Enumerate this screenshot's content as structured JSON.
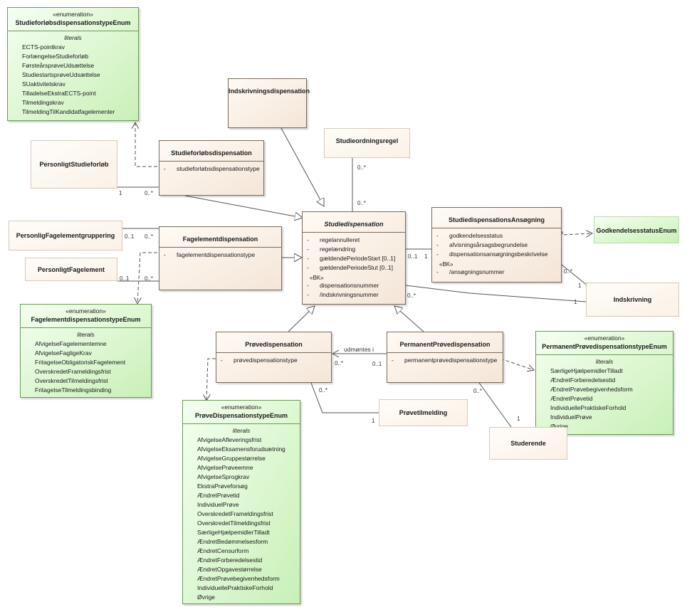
{
  "classes": {
    "studieforlob_enum": {
      "stereotype": "«enumeration»",
      "name": "StudieforløbsdispensationstypeEnum",
      "literals_label": "literals",
      "items": [
        "ECTS-pointkrav",
        "ForlængelseStudieforløb",
        "FørsteårsprøveUdsættelse",
        "StudiestartsprøveUdsættelse",
        "SUaktivitetskrav",
        "TilladelseEkstraECTS-point",
        "Tilmeldingskrav",
        "TilmeldingTilKandidatfagelementer"
      ]
    },
    "indskrivningsdispensation": {
      "name": "Indskrivningsdispensation"
    },
    "studieordningsregel": {
      "name": "Studieordningsregel"
    },
    "personligt_studieforlob": {
      "name": "PersonligtStudieforløb"
    },
    "studieforlobsdispensation": {
      "name": "Studieforløbsdispensation",
      "attrs": [
        {
          "vis": "-",
          "name": "studieforløbsdispensationstype"
        }
      ]
    },
    "personlig_fagelementgruppering": {
      "name": "PersonligFagelementgruppering"
    },
    "personligt_fagelement": {
      "name": "PersonligtFagelement"
    },
    "fagelementdispensation": {
      "name": "Fagelementdispensation",
      "attrs": [
        {
          "vis": "-",
          "name": "fagelementdispensationstype"
        }
      ]
    },
    "studiedispensation": {
      "name": "Studiedispensation",
      "attrs": [
        {
          "vis": "-",
          "name": "regelannulleret"
        },
        {
          "vis": "-",
          "name": "regelændring"
        },
        {
          "vis": "-",
          "name": "gældendePeriodeStart [0..1]"
        },
        {
          "vis": "-",
          "name": "gældendePeriodeSlut [0..1]"
        }
      ],
      "bk_label": "«BK»",
      "bk_attrs": [
        {
          "vis": "-",
          "name": "dispensationsnummer"
        },
        {
          "vis": "-",
          "name": "/indskrivningsnummer"
        }
      ]
    },
    "ansogning": {
      "name": "StudiedispensationsAnsøgning",
      "attrs": [
        {
          "vis": "-",
          "name": "godkendelsesstatus"
        },
        {
          "vis": "-",
          "name": "afvisningsårsagsbegrundelse"
        },
        {
          "vis": "-",
          "name": "dispensationsansøgningsbeskrivelse"
        }
      ],
      "bk_label": "«BK»",
      "bk_attrs": [
        {
          "vis": "-",
          "name": "/ansøgningsnummer"
        }
      ]
    },
    "godkendelsesstatus_enum": {
      "name": "GodkendelsesstatusEnum"
    },
    "indskrivning": {
      "name": "Indskrivning"
    },
    "fagelement_enum": {
      "stereotype": "«enumeration»",
      "name": "FagelementdispensationstypeEnum",
      "literals_label": "literals",
      "items": [
        "AfvigelseFagelementemne",
        "AfvigelseFagligeKrav",
        "FritagelseObligatoriskFagelement",
        "OverskredetFrameldingsfrist",
        "OverskredetTilmeldingsfrist",
        "FritagelseTilmeldingsbinding"
      ]
    },
    "provedispensation": {
      "name": "Prøvedispensation",
      "attrs": [
        {
          "vis": "-",
          "name": "prøvedispensationstype"
        }
      ]
    },
    "permanent_provedispensation": {
      "name": "PermanentPrøvedispensation",
      "attrs": [
        {
          "vis": "-",
          "name": "permanentprøvedispensationstype"
        }
      ]
    },
    "permanent_enum": {
      "stereotype": "«enumeration»",
      "name": "PermanentPrøvedispensationstypeEnum",
      "literals_label": "literals",
      "items": [
        "SærligeHjælpemidlerTilladt",
        "ÆndretForberedelsestid",
        "ÆndretPrøvebegivenhedsform",
        "ÆndretPrøvetid",
        "IndividuellePraktiskeForhold",
        "IndividuelPrøve",
        "Øvrige"
      ]
    },
    "provetilmelding": {
      "name": "Prøvetilmelding"
    },
    "studerende": {
      "name": "Studerende"
    },
    "prove_enum": {
      "stereotype": "«enumeration»",
      "name": "PrøveDispensationstypeEnum",
      "literals_label": "literals",
      "items": [
        "AfvigelseAfleveringsfrist",
        "AfvigelseEksamensforudsætning",
        "AfvigelseGruppestørrelse",
        "AfvigelsePrøveemne",
        "AfvigelseSprogkrav",
        "EkstraPrøveforsøg",
        "ÆndretPrøvetid",
        "IndividuelPrøve",
        "OverskredetFrameldingsfrist",
        "OverskredetTilmeldingsfrist",
        "SærligeHjælpemidlerTilladt",
        "ÆndretBedømmelsesform",
        "ÆndretCensurform",
        "ÆndretForberedelsestid",
        "ÆndretOpgavestørrelse",
        "ÆndretPrøvebegivenhedsform",
        "IndividuellePraktiskeForhold",
        "Øvrige"
      ]
    }
  },
  "multiplicities": {
    "pso_1": "1",
    "pso_0n": "0..*",
    "pfg_01": "0..1",
    "pfg_0n": "0..*",
    "pf_01": "0..1",
    "pf_0n": "0..*",
    "sor_top": "0..*",
    "sor_bot": "0..*",
    "ans_left": "0..1",
    "ans_right": "1",
    "ans_ind_0n": "0..*",
    "ans_ind_1": "1",
    "sd_ind_0n": "0..*",
    "sd_ind_1": "1",
    "umd_0n": "0..*",
    "umd_01": "0..1",
    "pt_0n": "0..*",
    "pt_1": "1",
    "stud_0n": "0..*",
    "stud_1": "1"
  },
  "assoc_labels": {
    "udmontes": "udmøntes i"
  },
  "colors": {
    "class_border": "#7a6a5a",
    "enum_border": "#6a9a5a",
    "line": "#555555"
  }
}
